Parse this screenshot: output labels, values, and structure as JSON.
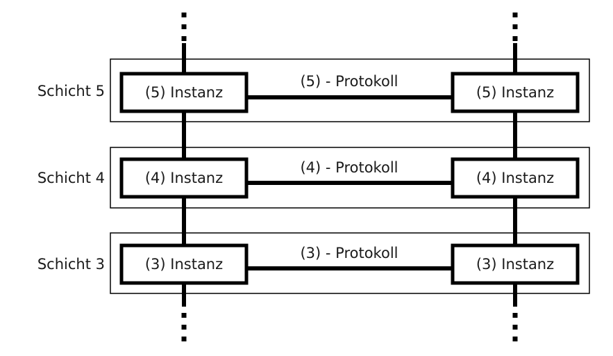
{
  "colors": {
    "background": "#ffffff",
    "line": "#000000",
    "text": "#1a1a1a"
  },
  "layers": [
    {
      "row_label": "Schicht 5",
      "left_box": "(5) Instanz",
      "right_box": "(5) Instanz",
      "protocol_label": "(5) - Protokoll"
    },
    {
      "row_label": "Schicht 4",
      "left_box": "(4) Instanz",
      "right_box": "(4) Instanz",
      "protocol_label": "(4) - Protokoll"
    },
    {
      "row_label": "Schicht 3",
      "left_box": "(3) Instanz",
      "right_box": "(3) Instanz",
      "protocol_label": "(3) - Protokoll"
    }
  ]
}
